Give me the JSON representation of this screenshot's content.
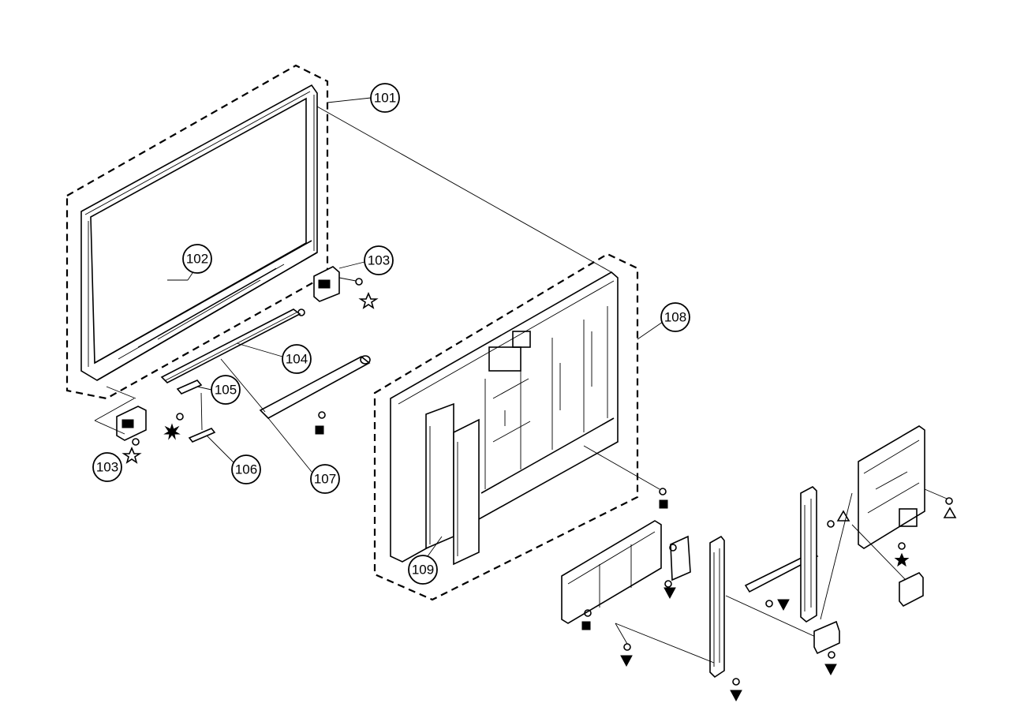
{
  "callouts": {
    "c101": "101",
    "c102": "102",
    "c103a": "103",
    "c103b": "103",
    "c104": "104",
    "c105": "105",
    "c106": "106",
    "c107": "107",
    "c108": "108",
    "c109": "109"
  },
  "symbols": {
    "outline_star": "star-outline-icon",
    "solid_star": "star-solid-icon",
    "burst": "burst-icon",
    "square": "square-solid-icon",
    "triangle_down": "triangle-down-solid-icon",
    "triangle_up": "triangle-up-outline-icon"
  }
}
